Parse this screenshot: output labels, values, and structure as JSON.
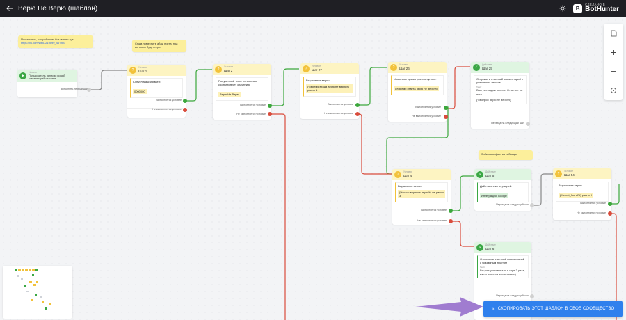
{
  "header": {
    "title": "Верю Не Верю (шаблон)",
    "brand_small": "СДЕЛАНО В",
    "brand_name": "BotHunter"
  },
  "notes": [
    {
      "text": "Посмотреть, как работает бот можно тут:",
      "link": "https://vk.com/wall-/219599_46?801"
    },
    {
      "text": "Сюда поместите айди поста, под которым будет игра"
    },
    {
      "text": "Забираем факт из таблицы"
    }
  ],
  "nodes": {
    "start": {
      "type": "Начало",
      "text": "Пользователь написал новый комментарий на стене",
      "out": "Выполнить первый шаг"
    },
    "step1": {
      "type": "Условие",
      "name": "Шаг 1",
      "label": "ID публикации равен:",
      "value": "0000000",
      "yes": "Выполняется условие",
      "no": "Не выполняется условие"
    },
    "step2": {
      "type": "Условие",
      "name": "Шаг 2",
      "label": "Полученный текст полностью соответствует значению:",
      "value": "Верю Не Верю",
      "yes": "Выполняется условие",
      "no": "Не выполняется условие"
    },
    "step27": {
      "type": "Условие",
      "name": "Шаг 27",
      "label": "Выражение верно",
      "value": "{%время входа верю не верю%} равно 1",
      "yes": "Выполняется условие",
      "no": "Не выполняется условие"
    },
    "step26": {
      "type": "Условие",
      "name": "Шаг 26",
      "label": "Указанное время уже наступило:",
      "value": "{%время ответа верю не верю%}",
      "yes": "Выполняется условие",
      "no": "Не выполняется условие"
    },
    "step25": {
      "type": "Действие",
      "name": "Шаг 25",
      "label": "Отправить ответный комментарий с указанным текстом",
      "sub": "Текст",
      "text": "Вам уже задан вопрос. Ответьте на него.",
      "text2": "{%вопрос верю не верю%}",
      "out": "Переход на следующий шаг"
    },
    "step4": {
      "type": "Условие",
      "name": "Шаг 4",
      "label": "Выражение верно",
      "value": "{%шанс верю не верю%} не равно 3",
      "yes": "Выполняется условие",
      "no": "Не выполняется условие"
    },
    "step5": {
      "type": "Действие",
      "name": "Шаг 5",
      "label": "Действия с интеграцией:",
      "value": "Интеграция: Google",
      "out": "Переход на следующий шаг"
    },
    "step54": {
      "type": "Условие",
      "name": "Шаг 54",
      "label": "Выражение верно",
      "value": "{%c.not_found%} равно 0",
      "yes": "Выполняется условие",
      "no": "Не выполняется условие"
    },
    "step6": {
      "type": "Действие",
      "name": "Шаг 6",
      "label": "Отправить ответный комментарий с указанным текстом",
      "sub": "Текст",
      "text": "Вы уже участвовали в игре 3 раза, ваши попытки закончились)",
      "out": "Переход на следующий шаг"
    }
  },
  "cta": {
    "label": "СКОПИРОВАТЬ ЭТОТ ШАБЛОН В СВОЕ СООБЩЕСТВО"
  },
  "colors": {
    "accent": "#2f80ed",
    "yes": "#3ca73c",
    "no": "#d94c3c",
    "condition": "#f2c23a",
    "action": "#3aa744",
    "pointer_arrow": "#a07cd0"
  }
}
